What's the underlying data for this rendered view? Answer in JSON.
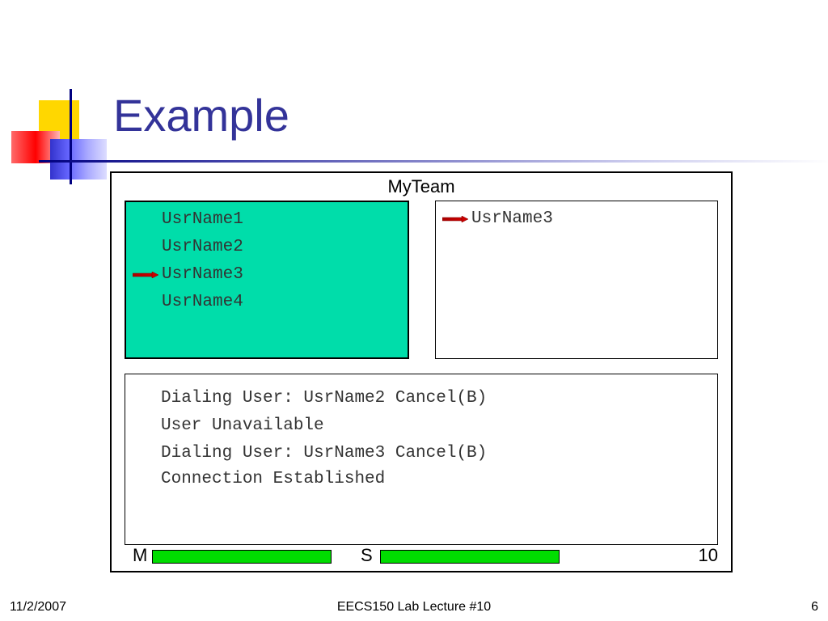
{
  "slide": {
    "title": "Example",
    "footer": {
      "date": "11/2/2007",
      "lecture": "EECS150 Lab Lecture #10",
      "page_number": "6"
    }
  },
  "app": {
    "window_title": "MyTeam",
    "user_list": [
      "UsrName1",
      "UsrName2",
      "UsrName3",
      "UsrName4"
    ],
    "selected_user": "UsrName3",
    "log_messages": [
      "Dialing User: UsrName2 Cancel(B)",
      "User Unavailable",
      "Dialing User: UsrName3 Cancel(B)",
      "Connection Established"
    ],
    "status": {
      "m_label": "M",
      "s_label": "S",
      "counter": "10"
    }
  },
  "colors": {
    "title_color": "#333399",
    "list_bg": "#00DDAA",
    "progress_green": "#00DD00",
    "arrow_red": "#CC0000"
  }
}
